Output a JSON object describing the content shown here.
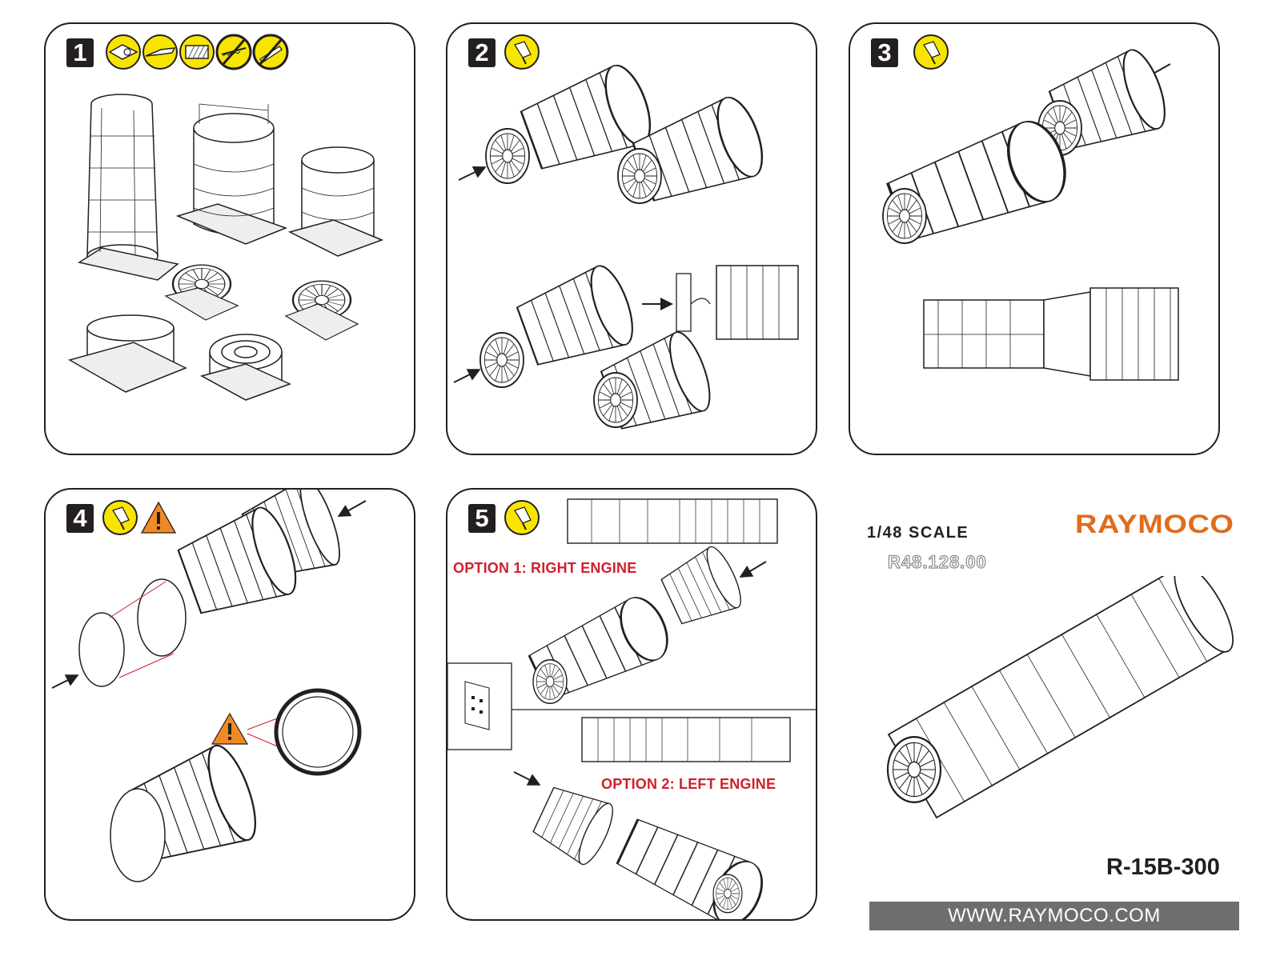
{
  "steps": [
    {
      "number": "1"
    },
    {
      "number": "2"
    },
    {
      "number": "3"
    },
    {
      "number": "4"
    },
    {
      "number": "5"
    }
  ],
  "options": {
    "right": "OPTION 1:  RIGHT ENGINE",
    "left": "OPTION 2:  LEFT ENGINE"
  },
  "info": {
    "scale": "1/48 SCALE",
    "part_number": "R48.128.00",
    "brand": "RAYMOCO",
    "model": "R-15B-300",
    "website": "WWW.RAYMOCO.COM"
  },
  "colors": {
    "tool_icon_fill": "#f7e500",
    "warning_fill": "#f08a24",
    "brand": "#e06c1b",
    "option_text": "#d0202e",
    "url_bar": "#6d6e70"
  },
  "icons": {
    "step1": [
      "cutter-icon",
      "knife-icon",
      "sanding-icon",
      "no-saw-icon",
      "no-file-icon"
    ],
    "step2": [
      "glue-icon"
    ],
    "step3": [
      "glue-icon"
    ],
    "step4": [
      "glue-icon",
      "warning-icon"
    ],
    "step5": [
      "glue-icon"
    ]
  }
}
